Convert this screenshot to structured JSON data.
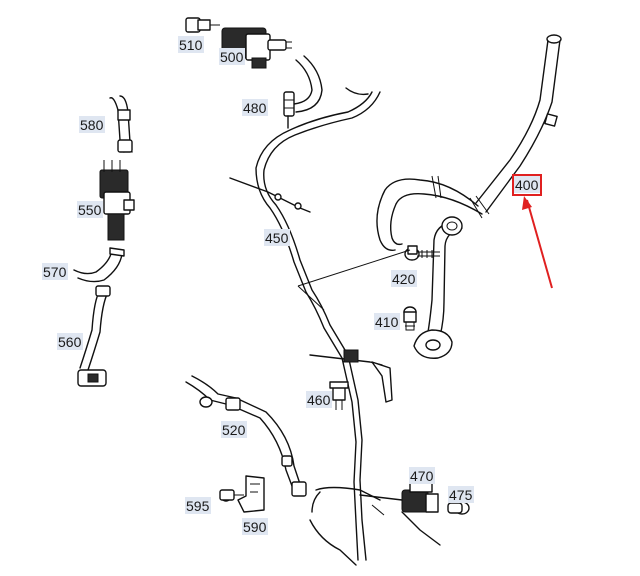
{
  "highlight_color": "#e02020",
  "highlighted_part": "400",
  "labels": {
    "p400": "400",
    "p410": "410",
    "p420": "420",
    "p450": "450",
    "p460": "460",
    "p470": "470",
    "p475": "475",
    "p480": "480",
    "p500": "500",
    "p510": "510",
    "p520": "520",
    "p550": "550",
    "p560": "560",
    "p570": "570",
    "p580": "580",
    "p590": "590",
    "p595": "595"
  }
}
